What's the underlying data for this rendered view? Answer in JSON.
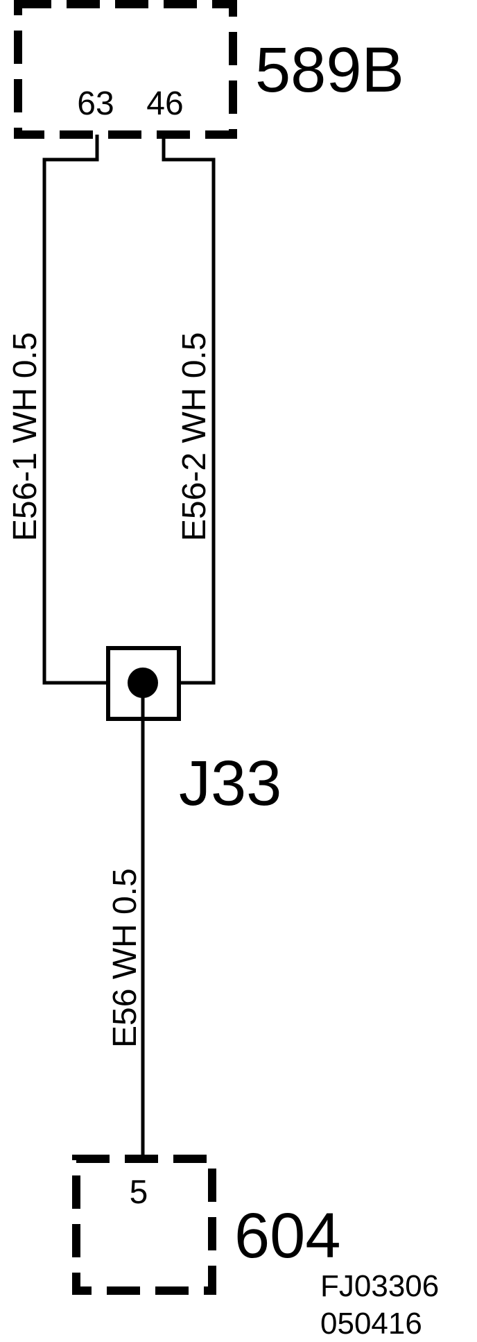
{
  "connectors": {
    "top": {
      "name": "589B",
      "pins": [
        "63",
        "46"
      ]
    },
    "bottom": {
      "name": "604",
      "pins": [
        "5"
      ]
    }
  },
  "splice": {
    "name": "J33"
  },
  "wires": {
    "left": "E56-1  WH  0.5",
    "right": "E56-2  WH  0.5",
    "bottom": "E56 WH  0.5"
  },
  "figure_code": {
    "line1": "FJ03306",
    "line2": "050416"
  }
}
